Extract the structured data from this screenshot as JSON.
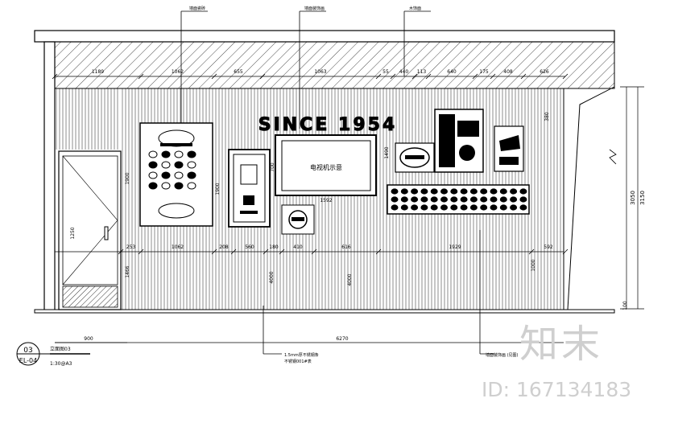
{
  "callouts_top": [
    "墙面瓷砖",
    "墙面装饰画",
    "木饰面"
  ],
  "dims_top": [
    "1189",
    "1062",
    "655",
    "1063",
    "55",
    "440",
    "113",
    "640",
    "175",
    "408",
    "626"
  ],
  "dims_mid": [
    "253",
    "1062",
    "208",
    "560",
    "180",
    "410",
    "616",
    "1929",
    "592"
  ],
  "dims_vert": [
    "1900",
    "1250",
    "1466",
    "1900",
    "4000",
    "4000",
    "1000",
    "700",
    "380",
    "1592",
    "1490"
  ],
  "dims_right": [
    "3050",
    "3150",
    "100"
  ],
  "dims_bottom": [
    "900",
    "6270"
  ],
  "sign_text": "SINCE 1954",
  "screen_text": "电视机示意",
  "callouts_bottom": [
    "1.5mm厚不锈钢条",
    "不锈钢001#表",
    "墙面装饰画 (见图)"
  ],
  "title_block": {
    "number": "03",
    "sheet": "EL-04",
    "name": "立面图03",
    "scale": "1:30@A3"
  },
  "watermark": {
    "brand": "知末",
    "id": "ID: 167134183"
  }
}
